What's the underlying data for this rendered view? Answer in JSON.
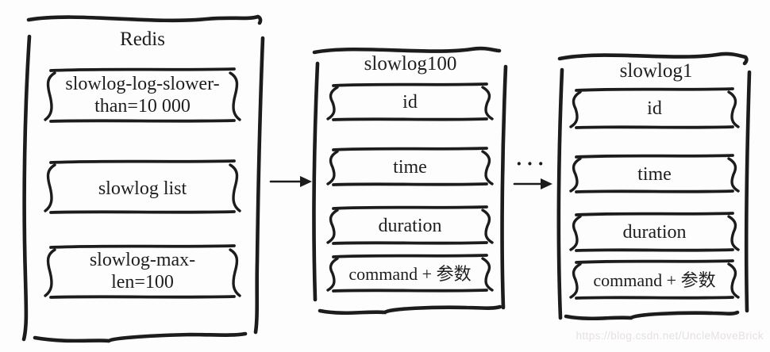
{
  "colors": {
    "ink": "#1c1c1c",
    "background": "#fdfdfd",
    "watermark": "#e6e1e0"
  },
  "boxes": {
    "redis": {
      "title": "Redis",
      "items": [
        {
          "lines": [
            "slowlog-log-slower-",
            "than=10 000"
          ]
        },
        {
          "lines": [
            "slowlog list"
          ]
        },
        {
          "lines": [
            "slowlog-max-",
            "len=100"
          ]
        }
      ]
    },
    "slowlog100": {
      "title": "slowlog100",
      "items": [
        {
          "lines": [
            "id"
          ]
        },
        {
          "lines": [
            "time"
          ]
        },
        {
          "lines": [
            "duration"
          ]
        },
        {
          "lines": [
            "command + 参数"
          ]
        }
      ]
    },
    "slowlog1": {
      "title": "slowlog1",
      "items": [
        {
          "lines": [
            "id"
          ]
        },
        {
          "lines": [
            "time"
          ]
        },
        {
          "lines": [
            "duration"
          ]
        },
        {
          "lines": [
            "command + 参数"
          ]
        }
      ]
    }
  },
  "connectors": {
    "ellipsis": "···"
  },
  "watermark": {
    "text": "https://blog.csdn.net/UncleMoveBrick"
  }
}
